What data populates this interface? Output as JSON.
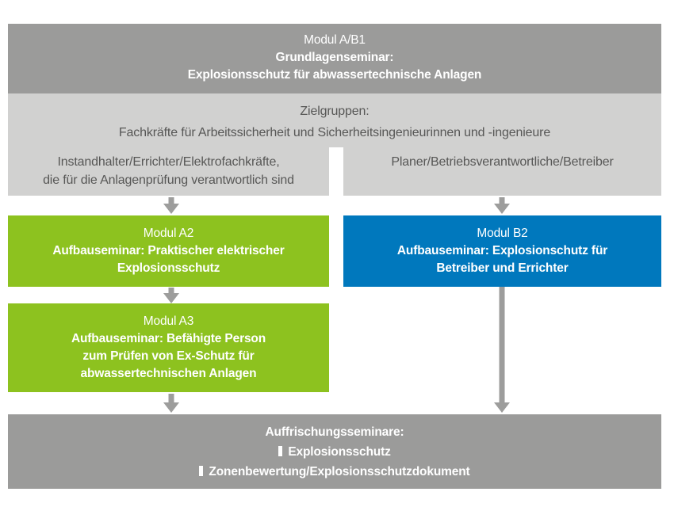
{
  "colors": {
    "darkgray": "#9b9b9a",
    "lightgray": "#d1d1d0",
    "green": "#8dc21f",
    "blue": "#0078bd",
    "arrowgray": "#9d9d9c",
    "darktext": "#575756"
  },
  "modul_ab1": {
    "lines": [
      "Modul A/B1",
      "Grundlagenseminar:",
      "Explosionsschutz für abwassertechnische Anlagen"
    ]
  },
  "target_groups": {
    "lines": [
      "Zielgruppen:",
      "Fachkräfte für Arbeitssicherheit und Sicherheitsingenieurinnen und -ingenieure"
    ]
  },
  "audience_left": {
    "lines": [
      "Instandhalter/Errichter/Elektrofachkräfte,",
      "die für die Anlagenprüfung verantwortlich sind"
    ]
  },
  "audience_right": {
    "lines": [
      "Planer/Betriebsverantwortliche/Betreiber"
    ]
  },
  "modul_a2": {
    "lines": [
      "Modul A2",
      "Aufbauseminar: Praktischer elektrischer",
      "Explosionsschutz"
    ]
  },
  "modul_b2": {
    "lines": [
      "Modul B2",
      "Aufbauseminar: Explosionschutz für",
      "Betreiber und Errichter"
    ]
  },
  "modul_a3": {
    "lines": [
      "Modul A3",
      "Aufbauseminar: Befähigte Person",
      "zum Prüfen von Ex-Schutz für",
      "abwassertechnischen Anlagen"
    ]
  },
  "refresher": {
    "title": "Auffrischungsseminare:",
    "items": [
      "Explosionsschutz",
      "Zonenbewertung/Explosionsschutzdokument"
    ]
  }
}
